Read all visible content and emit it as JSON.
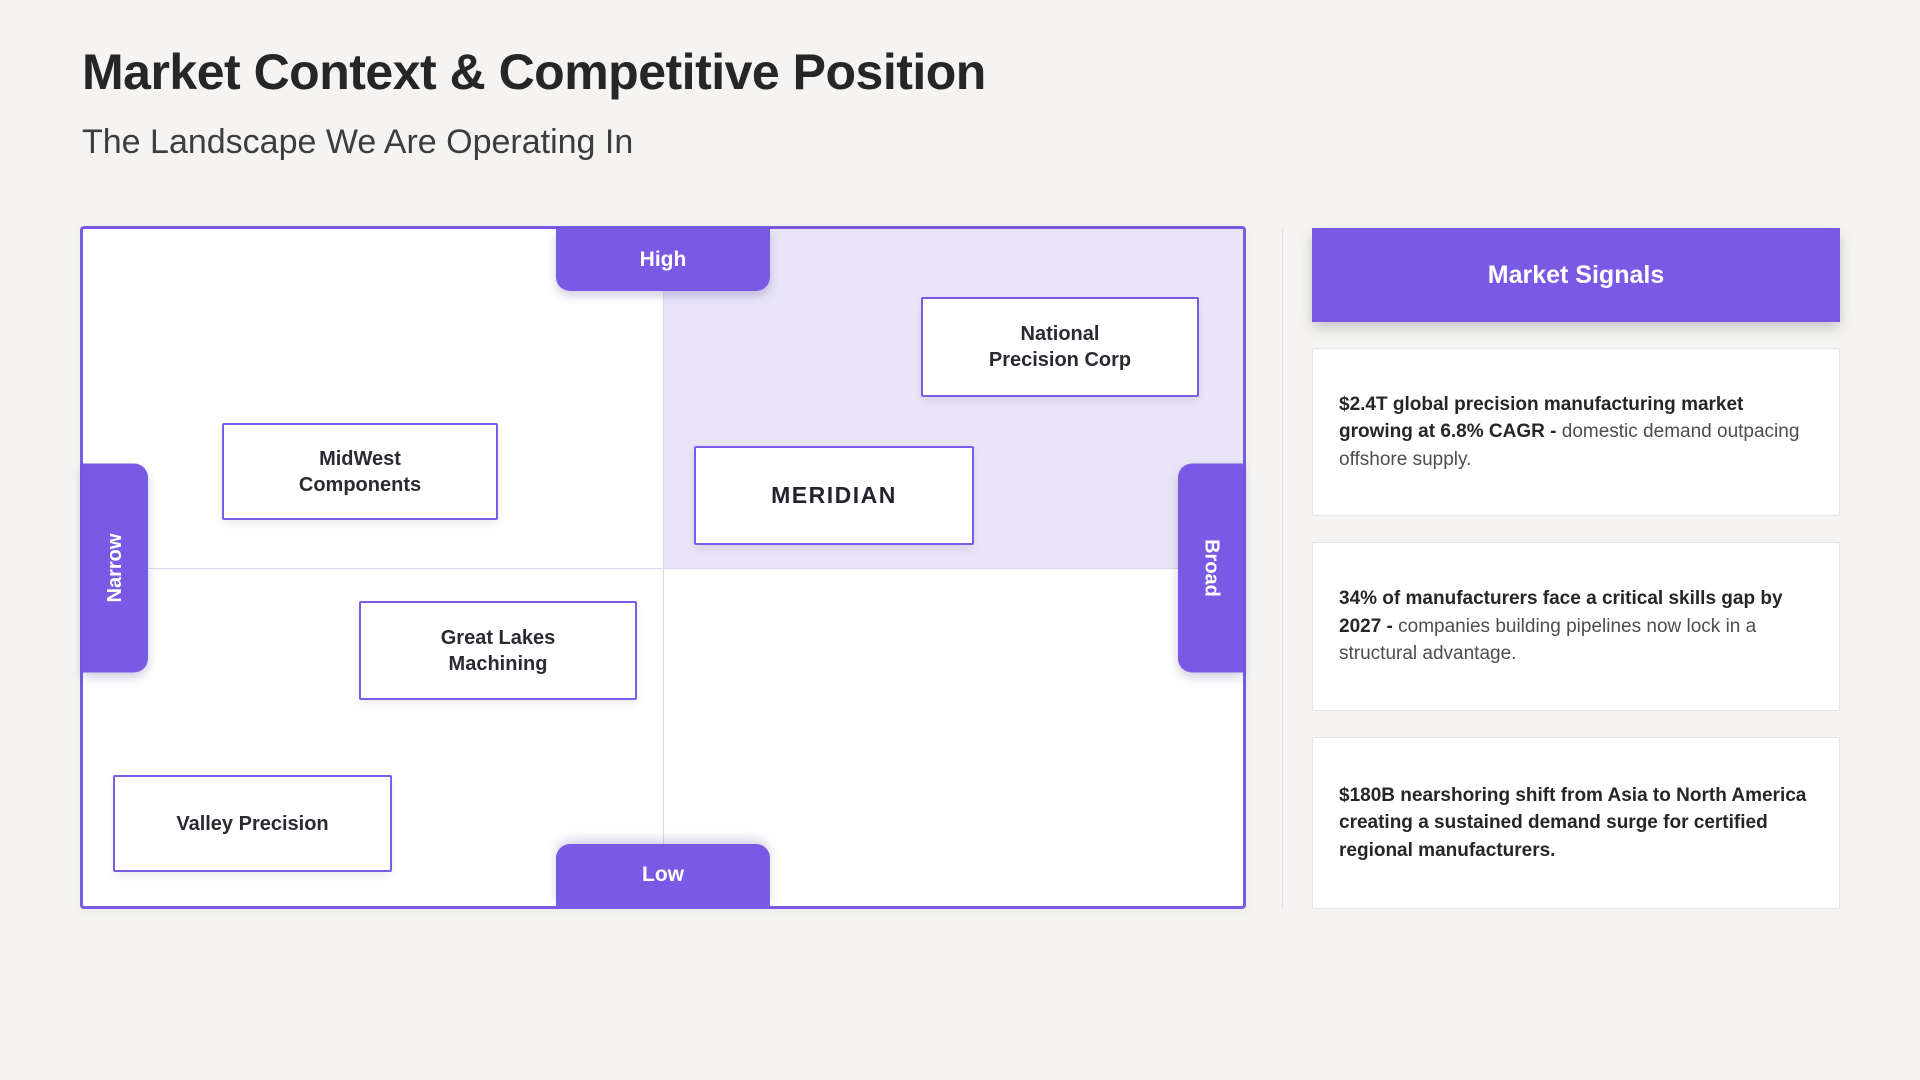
{
  "header": {
    "title": "Market Context & Competitive Position",
    "subtitle": "The Landscape We Are Operating In"
  },
  "matrix": {
    "axis": {
      "top": "High",
      "bottom": "Low",
      "left": "Narrow",
      "right": "Broad"
    },
    "companies": [
      {
        "name": "National Precision Corp",
        "label": "National\nPrecision Corp",
        "quadrant": "high-broad"
      },
      {
        "name": "MidWest Components",
        "label": "MidWest\nComponents",
        "quadrant": "high-narrow"
      },
      {
        "name": "MERIDIAN",
        "label": "MERIDIAN",
        "quadrant": "high-broad"
      },
      {
        "name": "Great Lakes Machining",
        "label": "Great Lakes\nMachining",
        "quadrant": "low-narrow"
      },
      {
        "name": "Valley Precision",
        "label": "Valley Precision",
        "quadrant": "low-narrow"
      }
    ]
  },
  "signals": {
    "header": "Market Signals",
    "cards": [
      {
        "bold": "$2.4T global precision manufacturing market growing at 6.8% CAGR -",
        "rest": "domestic demand outpacing offshore supply."
      },
      {
        "bold": "34% of manufacturers face a critical skills gap by 2027 -",
        "rest": "companies building pipelines now lock in a structural advantage."
      },
      {
        "bold": "$180B nearshoring shift from Asia to North America creating a sustained demand surge for certified regional manufacturers.",
        "rest": ""
      }
    ]
  },
  "colors": {
    "accent": "#7A5AE4",
    "quadrant_tint": "#E9E5F7",
    "page_background": "#F5F4F2"
  }
}
